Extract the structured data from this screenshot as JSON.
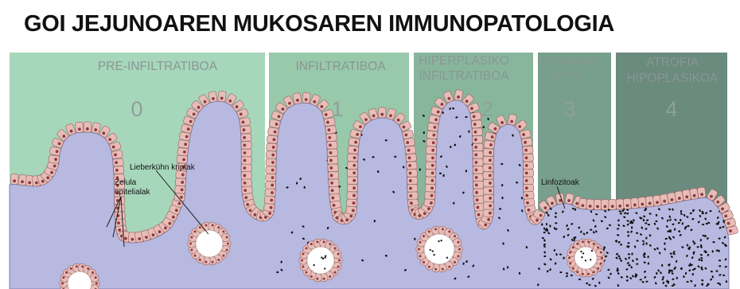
{
  "title": "GOI JEJUNOAREN MUKOSAREN IMMUNOPATOLOGIA",
  "stages": [
    {
      "label_lines": [
        "PRE-INFILTRATIBOA"
      ],
      "number": "0",
      "color": "#a7d7bb"
    },
    {
      "label_lines": [
        "INFILTRATIBOA"
      ],
      "number": "1",
      "color": "#97c9aa"
    },
    {
      "label_lines": [
        "HIPERPLASIKO",
        "INFILTRATIBOA"
      ],
      "number": "2",
      "color": "#88b69c"
    },
    {
      "label_lines": [
        "SUNTSITZAILE",
        "ZAPALA"
      ],
      "number": "3",
      "color": "#789f8d"
    },
    {
      "label_lines": [
        "ATROFIA",
        "HIPOPLASIKOA"
      ],
      "number": "4",
      "color": "#6a8b7d"
    }
  ],
  "annotations": {
    "crypts": "Lieberkühn kriptak",
    "epithelial_line1": "Zelula",
    "epithelial_line2": "epitelialak",
    "lymphocytes": "Linfozitoak"
  },
  "colors": {
    "tissue": "#b7b9e0",
    "cell_fill": "#e8bdb7",
    "cell_stroke": "#9a6b6b",
    "nucleus": "#8c3a46",
    "lymphocyte": "#111111"
  }
}
